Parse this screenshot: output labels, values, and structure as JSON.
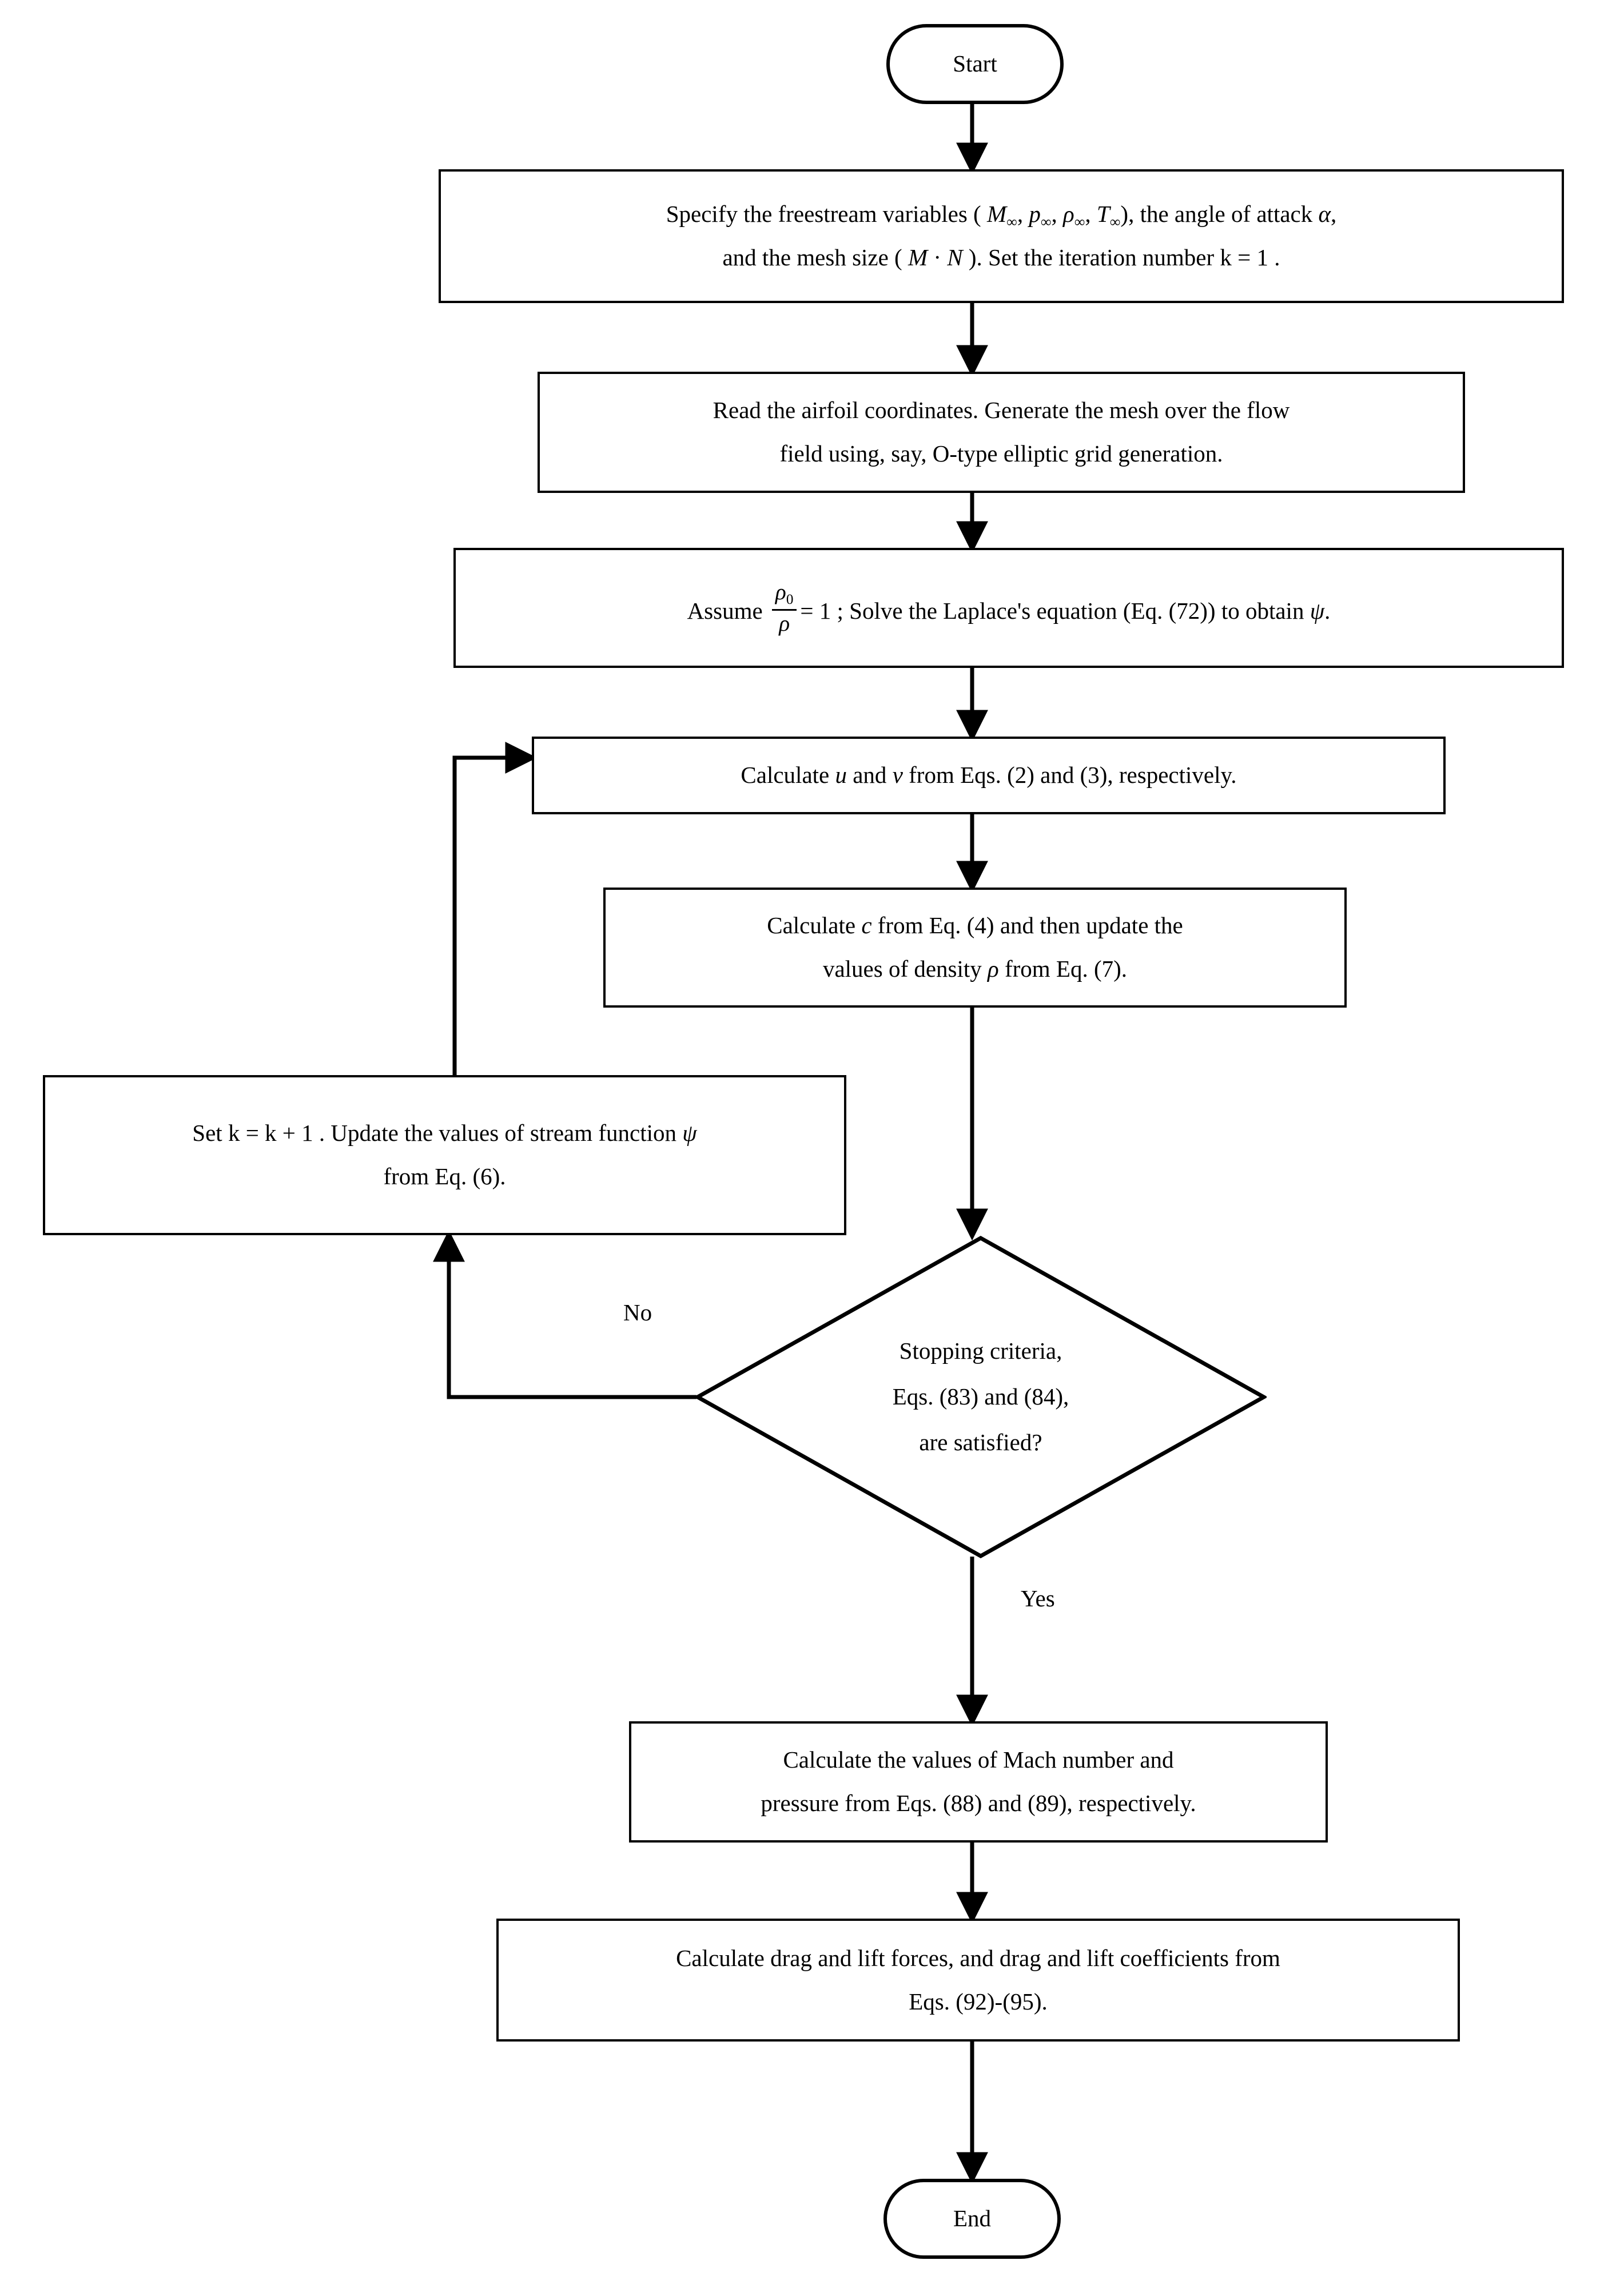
{
  "diagram": {
    "title": "Compressible potential-flow airfoil solver flowchart",
    "type": "flowchart",
    "orientation": "top-to-bottom",
    "line_color": "#000000",
    "fill_color": "#ffffff",
    "text_color": "#000000"
  },
  "nodes": {
    "start": {
      "shape": "terminator",
      "label": "Start"
    },
    "specify": {
      "shape": "process",
      "line1_a": "Specify the freestream variables ( ",
      "line1_M": "M",
      "line1_M_sub": "∞",
      "line1_sep1": ", ",
      "line1_p": "p",
      "line1_p_sub": "∞",
      "line1_sep2": ", ",
      "line1_rho": "ρ",
      "line1_rho_sub": "∞",
      "line1_sep3": ", ",
      "line1_T": "T",
      "line1_T_sub": "∞",
      "line1_b": "), the angle of attack ",
      "line1_alpha": "α",
      "line1_c": ",",
      "line2_a": "and the mesh size ( ",
      "line2_M": "M",
      "line2_dot": " · ",
      "line2_N": "N",
      "line2_b": " ). Set the iteration number  k = 1 ."
    },
    "read_mesh": {
      "shape": "process",
      "line1": "Read the airfoil coordinates. Generate the mesh over the flow",
      "line2": "field using, say, O-type elliptic grid generation."
    },
    "assume": {
      "shape": "process",
      "prefix": "Assume ",
      "frac_num_rho": "ρ",
      "frac_num_sub": "0",
      "frac_den_rho": "ρ",
      "middle": "= 1 ; Solve the  Laplace's equation (Eq. (72)) to obtain ",
      "psi": "ψ",
      "suffix": "."
    },
    "calc_uv": {
      "shape": "process",
      "a": "Calculate ",
      "u": "u",
      "b": " and ",
      "v": "v",
      "c": " from Eqs. (2) and (3), respectively."
    },
    "calc_c": {
      "shape": "process",
      "line1_a": "Calculate ",
      "line1_c": "c",
      "line1_b": " from Eq. (4) and then update the",
      "line2_a": "values of density ",
      "line2_rho": "ρ",
      "line2_b": " from Eq. (7)."
    },
    "set_k": {
      "shape": "process",
      "line1_a": "Set  k = k + 1 . Update the values of stream function ",
      "line1_psi": "ψ",
      "line2": "from Eq. (6)."
    },
    "decision": {
      "shape": "decision",
      "line1": "Stopping criteria,",
      "line2": "Eqs. (83) and (84),",
      "line3": "are satisfied?"
    },
    "calc_mach": {
      "shape": "process",
      "line1": "Calculate the values of Mach number and",
      "line2": "pressure from Eqs. (88) and (89), respectively."
    },
    "calc_forces": {
      "shape": "process",
      "line1": "Calculate drag and lift forces, and drag and lift coefficients from",
      "line2": "Eqs. (92)-(95)."
    },
    "end": {
      "shape": "terminator",
      "label": "End"
    }
  },
  "edge_labels": {
    "no": "No",
    "yes": "Yes"
  },
  "edges": [
    {
      "from": "start",
      "to": "specify",
      "label": ""
    },
    {
      "from": "specify",
      "to": "read_mesh",
      "label": ""
    },
    {
      "from": "read_mesh",
      "to": "assume",
      "label": ""
    },
    {
      "from": "assume",
      "to": "calc_uv",
      "label": ""
    },
    {
      "from": "calc_uv",
      "to": "calc_c",
      "label": ""
    },
    {
      "from": "calc_c",
      "to": "decision",
      "label": ""
    },
    {
      "from": "decision",
      "to": "set_k",
      "label": "No"
    },
    {
      "from": "set_k",
      "to": "calc_uv",
      "label": ""
    },
    {
      "from": "decision",
      "to": "calc_mach",
      "label": "Yes"
    },
    {
      "from": "calc_mach",
      "to": "calc_forces",
      "label": ""
    },
    {
      "from": "calc_forces",
      "to": "end",
      "label": ""
    }
  ]
}
